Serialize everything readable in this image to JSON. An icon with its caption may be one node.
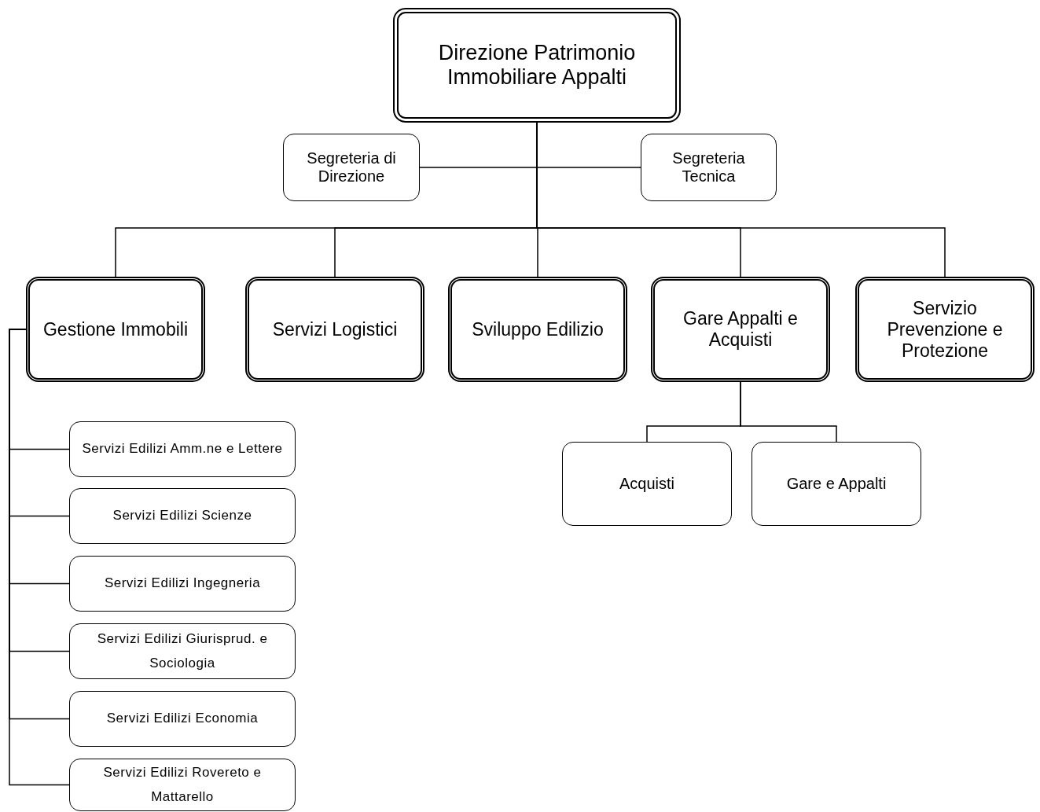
{
  "diagram": {
    "nodes": [
      {
        "text": [
          "Direzione Patrimonio Immobiliare Appalti"
        ]
      },
      {
        "text": [
          "Segreteria di Direzione"
        ]
      },
      {
        "text": [
          "Segreteria Tecnica"
        ]
      },
      {
        "text": [
          "Gestione Immobili"
        ]
      },
      {
        "text": [
          "Servizi Logistici"
        ]
      },
      {
        "text": [
          "Sviluppo Edilizio"
        ]
      },
      {
        "text": [
          "Gare Appalti e Acquisti"
        ]
      },
      {
        "text": [
          "Servizio Prevenzione e Protezione"
        ]
      },
      {
        "text": [
          "Acquisti"
        ]
      },
      {
        "text": [
          "Gare e Appalti"
        ]
      },
      {
        "text": [
          "Servizi Edilizi Amm.ne e Lettere"
        ]
      },
      {
        "text": [
          "Servizi Edilizi Scienze"
        ]
      },
      {
        "text": [
          "Servizi Edilizi Ingegneria"
        ]
      },
      {
        "text": [
          "Servizi Edilizi Giurisprud. e Sociologia"
        ]
      },
      {
        "text": [
          "Servizi Edilizi Economia"
        ]
      },
      {
        "text": [
          "Servizi Edilizi Rovereto e Mattarello"
        ]
      }
    ],
    "edges": [
      {
        "from": 0,
        "to": 1,
        "arrow": "none"
      },
      {
        "from": 0,
        "to": 2,
        "arrow": "none"
      },
      {
        "from": 0,
        "to": 3,
        "arrow": "none"
      },
      {
        "from": 0,
        "to": 4,
        "arrow": "none"
      },
      {
        "from": 0,
        "to": 5,
        "arrow": "none"
      },
      {
        "from": 0,
        "to": 6,
        "arrow": "none"
      },
      {
        "from": 0,
        "to": 7,
        "arrow": "none"
      },
      {
        "from": 6,
        "to": 8,
        "arrow": "none"
      },
      {
        "from": 6,
        "to": 9,
        "arrow": "none"
      },
      {
        "from": 3,
        "to": 10,
        "arrow": "none"
      },
      {
        "from": 3,
        "to": 11,
        "arrow": "none"
      },
      {
        "from": 3,
        "to": 12,
        "arrow": "none"
      },
      {
        "from": 3,
        "to": 13,
        "arrow": "none"
      },
      {
        "from": 3,
        "to": 14,
        "arrow": "none"
      },
      {
        "from": 3,
        "to": 15,
        "arrow": "none"
      }
    ]
  }
}
